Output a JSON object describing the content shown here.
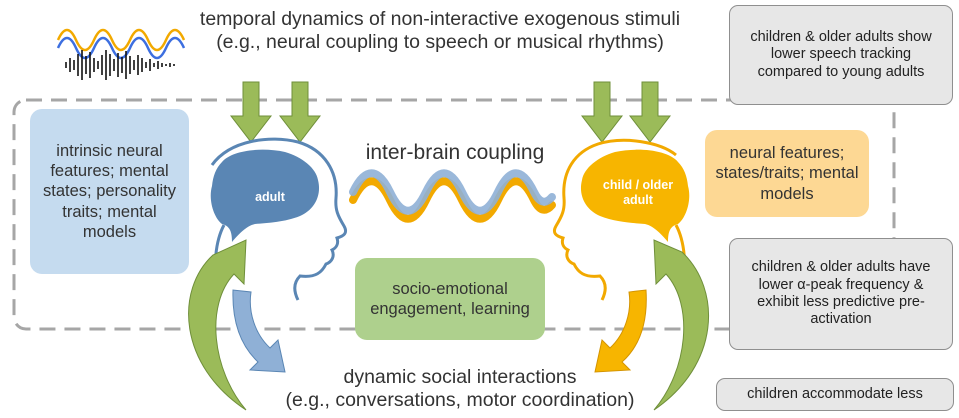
{
  "top_title": "temporal dynamics of non-interactive exogenous stimuli",
  "top_subtitle": "(e.g., neural coupling to speech or musical rhythms)",
  "center_label": "inter-brain coupling",
  "bottom_title": "dynamic social interactions",
  "bottom_subtitle": "(e.g., conversations, motor coordination)",
  "left_box": {
    "text": "intrinsic neural features; mental states; personality traits; mental models",
    "color": "#c5dbef"
  },
  "right_box": {
    "text": "neural features; states/traits; mental models",
    "color": "#fdd894"
  },
  "center_box": {
    "text": "socio-emotional engagement, learning",
    "color": "#aed08d"
  },
  "adult_head": {
    "label": "adult",
    "color": "#5a86b4"
  },
  "child_head": {
    "label": "child / older adult",
    "color": "#f7b500"
  },
  "notes": {
    "note1": "children & older adults show lower speech tracking compared to young adults",
    "note2": "children & older adults have lower α-peak frequency & exhibit less predictive pre-activation",
    "note3": "children accommodate less"
  },
  "colors": {
    "arrow_green": "#9bbb59",
    "dashed_border": "#a6a6a6",
    "wave_blue": "#3d6fe0",
    "wave_orange": "#f2a900"
  }
}
